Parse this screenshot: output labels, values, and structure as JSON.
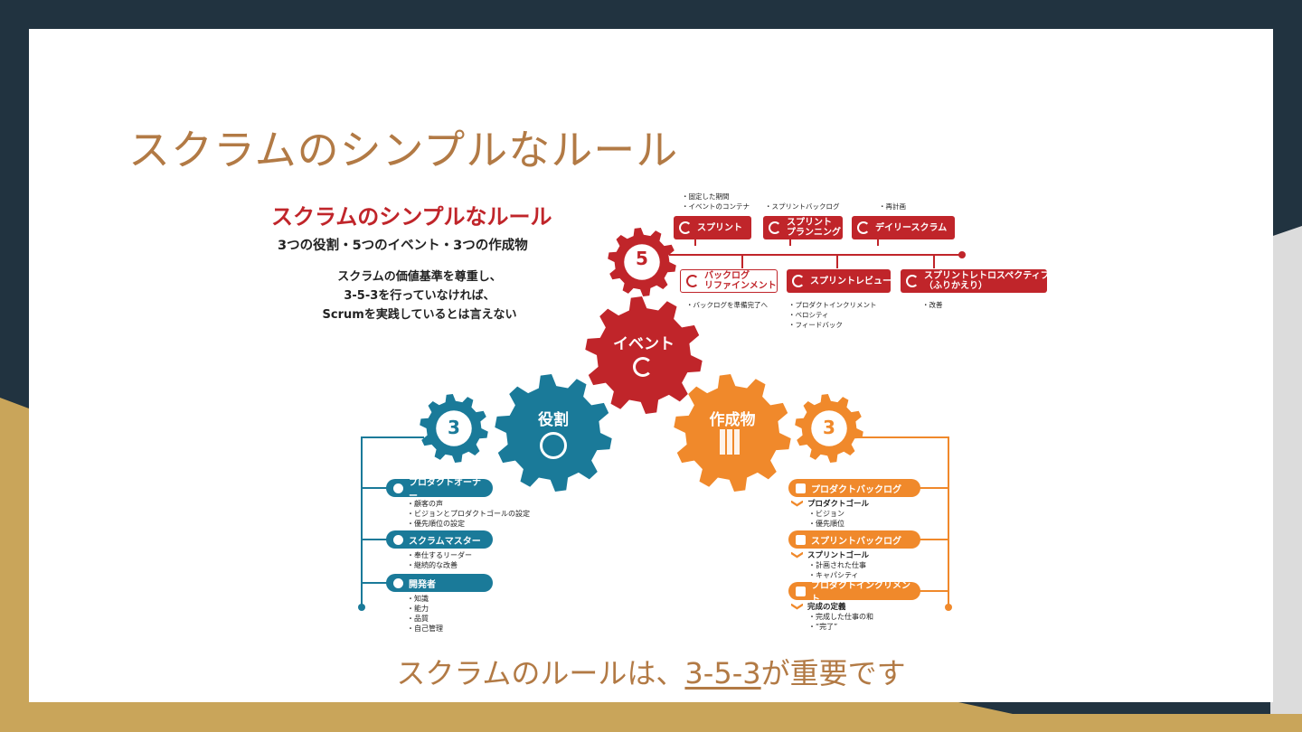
{
  "slide": {
    "title": "スクラムのシンプルなルール",
    "footer_prefix": "スクラムのルールは、",
    "footer_highlight": "3-5-3",
    "footer_suffix": "が重要です"
  },
  "figure": {
    "title": "スクラムのシンプルなルール",
    "subtitle": "3つの役割・5つのイベント・3つの作成物",
    "desc_lines": [
      "スクラムの価値基準を尊重し、",
      "3-5-3を行っていなければ、",
      "Scrumを実践しているとは言えない"
    ],
    "gear_roles_count": "3",
    "gear_roles_label": "役割",
    "gear_events_count": "5",
    "gear_events_label": "イベント",
    "gear_artifacts_count": "3",
    "gear_artifacts_label": "作成物",
    "events": [
      {
        "label": "スプリント",
        "notes": "・固定した期間\n・イベントのコンテナ"
      },
      {
        "label": "スプリント\nプランニング",
        "notes": "・スプリントバックログ"
      },
      {
        "label": "デイリースクラム",
        "notes": "・再計画"
      },
      {
        "label": "バックログ\nリファインメント",
        "notes": "・バックログを準備完了へ"
      },
      {
        "label": "スプリントレビュー",
        "notes": "・プロダクトインクリメント\n・ベロシティ\n・フィードバック"
      },
      {
        "label": "スプリントレトロスペクティブ\n（ふりかえり）",
        "notes": "・改善"
      }
    ],
    "roles": [
      {
        "label": "プロダクトオーナー",
        "items": "・顧客の声\n・ビジョンとプロダクトゴールの設定\n・優先順位の設定"
      },
      {
        "label": "スクラムマスター",
        "items": "・奉仕するリーダー\n・継続的な改善"
      },
      {
        "label": "開発者",
        "items": "・知識\n・能力\n・品質\n・自己管理"
      }
    ],
    "artifacts": [
      {
        "label": "プロダクトバックログ",
        "goal": "プロダクトゴール",
        "items": "・ビジョン\n・優先順位"
      },
      {
        "label": "スプリントバックログ",
        "goal": "スプリントゴール",
        "items": "・計画された仕事\n・キャパシティ"
      },
      {
        "label": "プロダクトインクリメント",
        "goal": "完成の定義",
        "items": "・完成した仕事の和\n・“完了”"
      }
    ]
  },
  "colors": {
    "red": "#c0252a",
    "blue": "#1a7a99",
    "orange": "#f0892b",
    "title_brown": "#b27a45"
  }
}
